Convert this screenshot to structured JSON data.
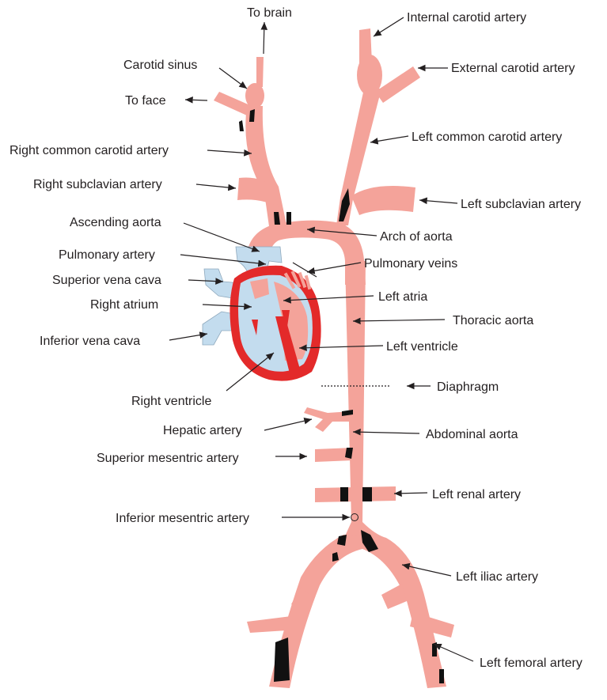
{
  "labels": {
    "to_brain": "To brain",
    "internal_carotid": "Internal carotid artery",
    "carotid_sinus": "Carotid sinus",
    "external_carotid": "External carotid artery",
    "to_face": "To face",
    "right_common_carotid": "Right common carotid artery",
    "left_common_carotid": "Left common carotid artery",
    "right_subclavian": "Right subclavian artery",
    "left_subclavian": "Left subclavian artery",
    "ascending_aorta": "Ascending aorta",
    "arch_of_aorta": "Arch of aorta",
    "pulmonary_artery": "Pulmonary artery",
    "pulmonary_veins": "Pulmonary veins",
    "superior_vena_cava": "Superior vena cava",
    "right_atrium": "Right atrium",
    "left_atria": "Left atria",
    "thoracic_aorta": "Thoracic aorta",
    "inferior_vena_cava": "Inferior vena cava",
    "left_ventricle": "Left ventricle",
    "right_ventricle": "Right ventricle",
    "diaphragm": "Diaphragm",
    "hepatic_artery": "Hepatic artery",
    "abdominal_aorta": "Abdominal aorta",
    "superior_mesentric": "Superior mesentric artery",
    "left_renal": "Left renal artery",
    "inferior_mesentric": "Inferior mesentric artery",
    "left_iliac": "Left iliac artery",
    "left_femoral": "Left femoral artery"
  },
  "colors": {
    "artery": "#f4a39a",
    "vein": "#c3dcee",
    "heart_wall": "#e32a2a",
    "plaque": "#111111",
    "text": "#231f20"
  }
}
